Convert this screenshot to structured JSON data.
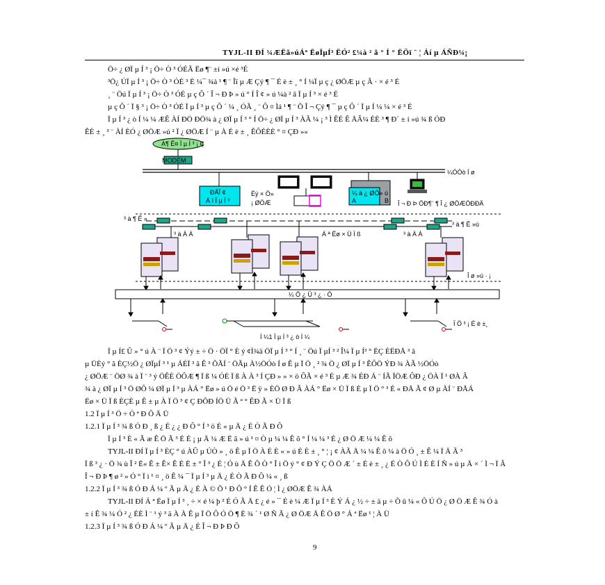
{
  "header": {
    "title": "TYJL-II ÐÍ ¼ÆËã»úÁª ËøÏµÍ³ ËÓ² £¼à ² â ° Í ° ËÖï ¨ ¦ Áí µ ÁÑÐ¼¡"
  },
  "paragraphs_top": [
    "Ö÷ ¿ ØÏ µ Í ³ ¡ Ö÷ Ò ³ ÓÉÃ Ëø ¶¨ ±í »ú ×é ³É",
    "³Ö¿ ÚÏ µ Í ³ ¡ Ö÷ Ò ³ ÓÉ ³ È ¼¯ ¾à ¹ ¶ ¨ Îï µ Æ Çý ¶ ¯ É è ± ¸ ° Í ¼Ï µ ç ¿ ØÖÆ µ ç Â · × é ³ É",
    "¸ ¨ Öú Ï µ Í ³ ¡ Ö÷ Ò ³ ÓÉ µ ç Ô ´ Î ¬ Ð Þ » ú ° Í Î ¢ » ú ¼à ² â Ï µ Í ³ × é ³ É",
    "µ ç Ô ´ Ï § ³ ¡ Ö÷ Ò ³ ÓÉ Ï µ Í ³ µ ç Ô ´ ¼ ¸ ÓÃ ¸ ¨ Ô ¤ Ìá ¹ ¶ ¨ Õ Î ¬ Çý ¶ ¯ µ ç Ô ´ Ï µ Í ¼ ¼ × é ³ É",
    "Ï µ Í ³ ¿ ò Í ¼ ¼ ÆÊ ÀÍ ÐÖ ÐÖ¾ à ¿ ØÏ µ Í ³ ° Í Ö÷ ¿ ØÏ µ Í ³ ÀÃ ¼ ¡ ³ Ì ÊÉ Ê ÅÂ¼ ÉÈ ³ ¶ Ð´ ± í »ú ¾ ß ÓÐ",
    "ÊÈ ± ¸ ³ ¨ ÀÍ ÈÓ ¿ ØÖÆ »ú ² Ï ¿ ØÖÆ Í ¨ µ À É è ± ¸ ÊÔÉÈÈ ° ¤ ÇÐ »»"
  ],
  "diagram": {
    "top_label": "À¶ Ê¤ Ï µ Í ³ ¡ Ç",
    "modem": "MODEM",
    "bus_label": "¼ÓÓò Í ø",
    "box_left": [
      "ÐÅÏ ¢",
      "Á ï Ï µ Í ³"
    ],
    "box_mid": [
      "Èý × Ö»",
      "¡ ØÖÆ"
    ],
    "box_right": [
      "¼ à ¿ ØÖ» ú",
      "A",
      "B"
    ],
    "label_right": "Î ¬ Ð Þ ÖÐ¶¨ ¶ Î ¿ ØÖÆÖÐÐÄ",
    "left_side": "³ à ¶ Ê »",
    "left_sub": "³ à À À",
    "mid_sub": "Á ª Ëø × Ü Ï ß",
    "right_sub": "³ à À À",
    "right_side": "³ à ¶ Ê »ú",
    "input_label": "Î ø »ú · ¡",
    "bus_bottom": "¼ Ö ¿ Ü ³ ¿ · Ö",
    "caption": "Í ¼1   Ï µ Í ³ ¿ ò Í ¼",
    "right_bottom": "Ï Ö ³ ¡ É è ±¸"
  },
  "paragraphs_bottom": [
    "Ï µ Í£ Û » ° ú À ¨ Ï Ö ³ ¢ Ýý ± ÷ Ö · ÖÏ ° È ý ¢Ì¾ä ÖÏ µ Í ³ ° Í ¸ ¨ Öú Ï µÍ ³ ² Î¼ Ï µ Í³ ° ËÇ ÈËÐÅ ³ ã",
    "µ ÜÈý ° ã ÈÇ½Ö ¿ ØÏµÍ ³ ¹ µ ÁÉÏ ³ ã Ê ³ ÕÃÍ ¨ ÖÃµ À½ÖÓò Í ø Ê µ Ï Ö ¸ ² ¾ Ö ¿ ØÏ µ Í ³ ÊÔÖ ÝÐ ¾ ÀÃ ½ÖÓò",
    "¿ ØÖÆ ¨ ÖØ ¾ à Ï ¨ ³ ý ÖÊÈ ÖÔÆ ¶ Ï ß ¼ ÓÈ Ï ß À À ³ Í ÇÐ » » × ö ÔÃ × é ³ É µ Æ ¾ ÉÐ Á ¨ ÍÃ ÏÖÆ ÔÐ ¿ ÖÀ Ï ¹ ØÀ Â",
    "¾ à ¿ ØÏ µ Í ³ Ö ØÔ ¼ ØÏ µ Í ³ µ ÀÁ ° Ëø » ú Ö é Ö ³ Ë ÿ » ÈÖ Ø Ð Â ÀÁ ° Ëø × Ü Ï ß È µ Ï Ö ° ³ É « ÐÅ Ã ¢ Ø µ ÀÍ ¨ ÐÅÁ",
    "Ëø × Ü Ï ß ÈÇÈ µ Ê ± µ À Ï Ö ³ ¢ Ç ÐÕÐ ÍÖ Ü Ã ª ° ÊÐ Ã × Ü Ï ß",
    "1.2   Ï µ Í ³ Ö ÷ Ò ª Ð Ô Ä Ü",
    "1.2.1   Ï µ Í ³ ¾ ß Ó Ð  ¸ ß ¿ É ¿ ¿ Ð Ô ° Í ³ ö É « µ Ä ¿ É Ò Ã Ð Ô",
    "Ï µ Í ³ È « Ã æ Ê Ö Ã ³ É È ¡ µ Ä ¼ Æ Ë ã » ú ¹ ¤ Ò µ ¼ ¼ Ê õ ° Í ¼ ¼ ³ É ¿ Ø Ö Æ ¼ ¼ Ê õ",
    "TYJL-II ÐÍ Ï µ Í ³ ÈÇ ° ú ÀÛ µ ÚÒ » ¸ ö Ê µ Ï Ö À É È « » ú É È ± ¸ ° ¦ ¡ ¢ ÀÃ Å ¼ ¼ Ê õ ¼ à Ö Ó ¸ ± Ê ¼ Ï Ä Ã ³",
    "Ï ß ³ ¿ · Ö ¾ ù Î ² Ë« Ê ± Ê× Ê È Ë ± ° Î ³ ¿ É ¦ Ó ù Ä Ê Õ Ò ° Î ì Ö ý ° ¢ Ð Ý Ç Ö Ö Æ ´ ± É è ± ¸ ¿ É Ò Ô Ú Ì É È Í Ñ » ú µ Ä × ´ Ì ¬ Ï Â",
    "Î ¬ Ð Þ ¶ ø ² » Ó ° Ï ì ¹ ¤ ¸ ö Ê ¼ ¯ Ï µ Í ³ µ Ä ¿ É Ò Ã Ð Ô ¼ « ¸ ß",
    "1.2.2   Ï µ Í ³ ¾ ß Ó Ð Á ¼ º Ã µ Ä ¿ É À © Õ ¹ Ð Ô ° Í Ê Ê Ó ¦ Ì ¿ ØÖÆ Ê ¾ ÀÁ",
    "TYJL-II ÐÍ Á ª Ëø Ï µ Í ³ ¸ ÷ × é ¼ þ ² É Ó Ã Ä £ ¿ é » ¯ É è ¼ Æ Ï µ Í ³ È Ý Á ¿ ½ ÷ ± ä µ ÷ Õ û ¼ « Ô Ú Ö ¿ Ø Ö Æ Ê ¾ Ó à",
    "± í Ê ¾ ¼ Ó ² ¿ ÉÈ Ì ¨ ¹ ý ³ ä À À Ê µ Ï Ö Ô Ó Ö ¶ È ¾ ´ ¹ Ø Ñ Ã ¿ Ø ÖÆ Ä Ê Ö Ø ° Á ª Ëø ¹ ¦ À Ü",
    "1.2.3   Ï µ Í ³ ¾ ß Ó Ð Á ¼ º Ã µ Ä ¿ É Î ¬ Ð Þ Ð Ô"
  ],
  "page_number": "9"
}
